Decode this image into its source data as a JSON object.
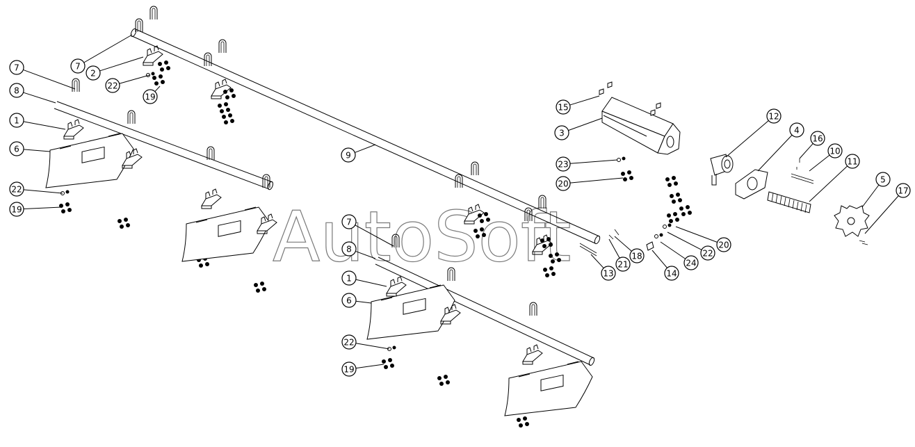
{
  "watermark": "AutoSoft",
  "callouts": [
    "1",
    "2",
    "3",
    "4",
    "5",
    "6",
    "7",
    "8",
    "9",
    "10",
    "11",
    "12",
    "13",
    "14",
    "15",
    "16",
    "17",
    "18",
    "19",
    "20",
    "21",
    "22",
    "23",
    "24"
  ],
  "callout_instances": [
    {
      "label": "7"
    },
    {
      "label": "7"
    },
    {
      "label": "2"
    },
    {
      "label": "22"
    },
    {
      "label": "19"
    },
    {
      "label": "8"
    },
    {
      "label": "1"
    },
    {
      "label": "6"
    },
    {
      "label": "22"
    },
    {
      "label": "19"
    },
    {
      "label": "9"
    },
    {
      "label": "15"
    },
    {
      "label": "3"
    },
    {
      "label": "12"
    },
    {
      "label": "4"
    },
    {
      "label": "16"
    },
    {
      "label": "10"
    },
    {
      "label": "11"
    },
    {
      "label": "5"
    },
    {
      "label": "17"
    },
    {
      "label": "23"
    },
    {
      "label": "20"
    },
    {
      "label": "20"
    },
    {
      "label": "22"
    },
    {
      "label": "24"
    },
    {
      "label": "14"
    },
    {
      "label": "18"
    },
    {
      "label": "21"
    },
    {
      "label": "13"
    },
    {
      "label": "7"
    },
    {
      "label": "8"
    },
    {
      "label": "1"
    },
    {
      "label": "6"
    },
    {
      "label": "22"
    },
    {
      "label": "19"
    }
  ]
}
